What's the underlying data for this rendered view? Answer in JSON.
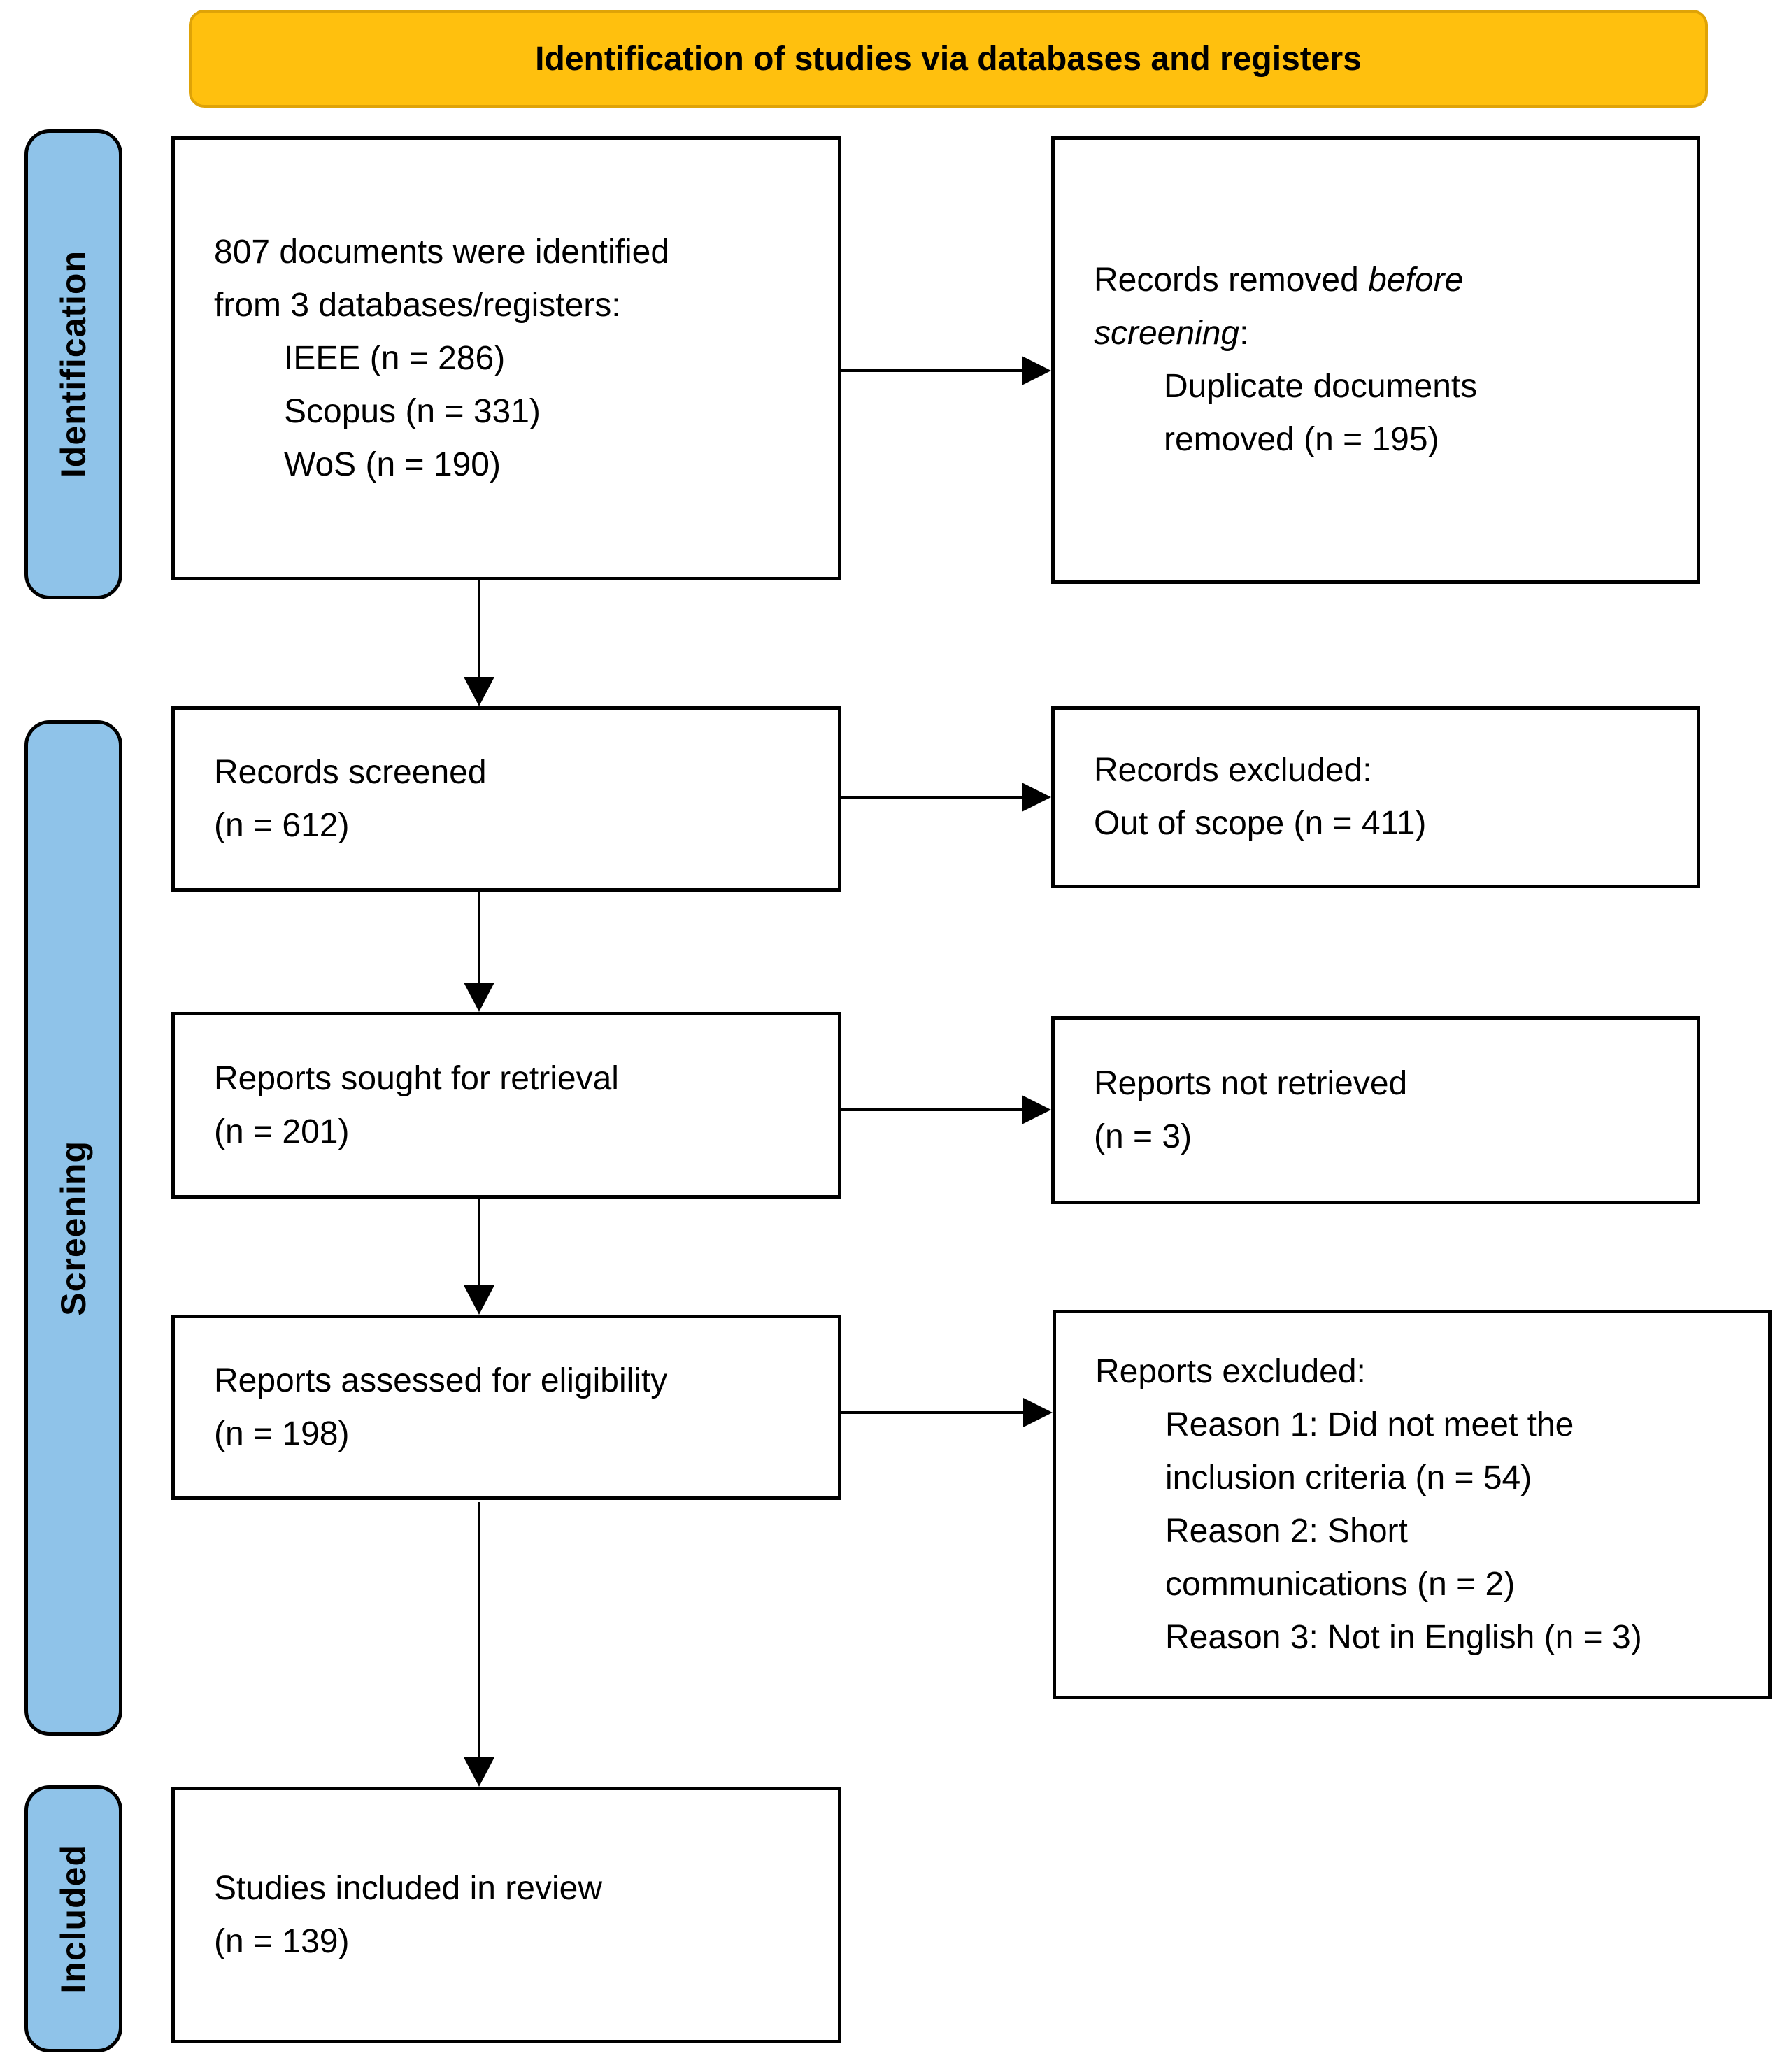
{
  "header": {
    "title": "Identification of studies via databases and registers"
  },
  "colors": {
    "banner_bg": "#FFC00E",
    "banner_border": "#DFA307",
    "stage_bg": "#8FC3E9",
    "box_border": "#000000",
    "text": "#000000",
    "background": "#FFFFFF"
  },
  "stages": [
    {
      "label": "Identification"
    },
    {
      "label": "Screening"
    },
    {
      "label": "Included"
    }
  ],
  "boxes": {
    "identified": {
      "lines": [
        "807 documents were identified",
        "from 3 databases/registers:"
      ],
      "sources": [
        "IEEE (n = 286)",
        "Scopus (n = 331)",
        "WoS (n = 190)"
      ]
    },
    "removed_before_screening": {
      "line1_normal": "Records removed ",
      "line1_italic": "before",
      "line2_italic": "screening",
      "line2_normal": ":",
      "detail_lines": [
        "Duplicate documents",
        "removed (n = 195)"
      ]
    },
    "records_screened": {
      "lines": [
        "Records screened",
        "(n = 612)"
      ]
    },
    "records_excluded": {
      "lines": [
        "Records excluded:",
        "Out of scope (n = 411)"
      ]
    },
    "reports_sought": {
      "lines": [
        "Reports sought for retrieval",
        "(n = 201)"
      ]
    },
    "reports_not_retrieved": {
      "lines": [
        "Reports not retrieved",
        "(n = 3)"
      ]
    },
    "reports_assessed": {
      "lines": [
        "Reports assessed for eligibility",
        "(n = 198)"
      ]
    },
    "reports_excluded": {
      "title": "Reports excluded:",
      "reasons": [
        "Reason 1: Did not meet the",
        "inclusion criteria (n = 54)",
        "Reason 2: Short",
        "communications (n = 2)",
        "Reason 3: Not in English (n = 3)"
      ]
    },
    "studies_included": {
      "lines": [
        "Studies included in review",
        "(n = 139)"
      ]
    }
  }
}
